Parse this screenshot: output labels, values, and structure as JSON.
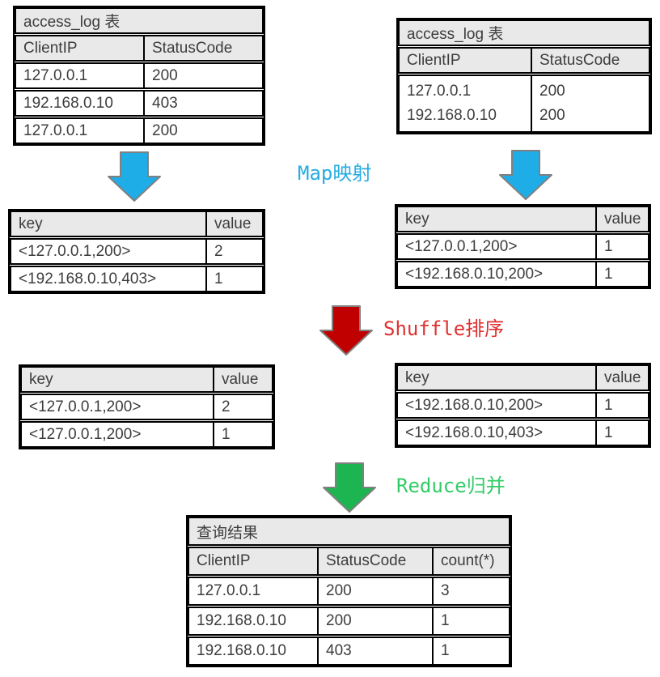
{
  "diagram": {
    "description_labels": {
      "map": "Map映射",
      "shuffle": "Shuffle排序",
      "reduce": "Reduce归并"
    },
    "colors": {
      "map_arrow_fill": "#1fade8",
      "map_label": "#29abe2",
      "shuffle_arrow_fill": "#c00000",
      "shuffle_label": "#e03131",
      "reduce_arrow_fill": "#1db551",
      "reduce_label": "#33cc66",
      "arrow_outline": "#808080",
      "table_border": "#000000",
      "header_bg": "#e9e9e9",
      "cell_text": "#3d3d3d"
    },
    "tables": {
      "source_left": {
        "title": "access_log 表",
        "headers": [
          "ClientIP",
          "StatusCode"
        ],
        "rows": [
          [
            "127.0.0.1",
            "200"
          ],
          [
            "192.168.0.10",
            "403"
          ],
          [
            "127.0.0.1",
            "200"
          ]
        ]
      },
      "source_right": {
        "title": "access_log 表",
        "headers": [
          "ClientIP",
          "StatusCode"
        ],
        "rows": [
          [
            "127.0.0.1",
            "200"
          ],
          [
            "192.168.0.10",
            "200"
          ]
        ]
      },
      "map_out_left": {
        "headers": [
          "key",
          "value"
        ],
        "rows": [
          [
            "<127.0.0.1,200>",
            "2"
          ],
          [
            "<192.168.0.10,403>",
            "1"
          ]
        ]
      },
      "map_out_right": {
        "headers": [
          "key",
          "value"
        ],
        "rows": [
          [
            "<127.0.0.1,200>",
            "1"
          ],
          [
            "<192.168.0.10,200>",
            "1"
          ]
        ]
      },
      "shuffle_out_left": {
        "headers": [
          "key",
          "value"
        ],
        "rows": [
          [
            "<127.0.0.1,200>",
            "2"
          ],
          [
            "<127.0.0.1,200>",
            "1"
          ]
        ]
      },
      "shuffle_out_right": {
        "headers": [
          "key",
          "value"
        ],
        "rows": [
          [
            "<192.168.0.10,200>",
            "1"
          ],
          [
            "<192.168.0.10,403>",
            "1"
          ]
        ]
      },
      "result": {
        "title": "查询结果",
        "headers": [
          "ClientIP",
          "StatusCode",
          "count(*)"
        ],
        "rows": [
          [
            "127.0.0.1",
            "200",
            "3"
          ],
          [
            "192.168.0.10",
            "200",
            "1"
          ],
          [
            "192.168.0.10",
            "403",
            "1"
          ]
        ]
      }
    }
  }
}
